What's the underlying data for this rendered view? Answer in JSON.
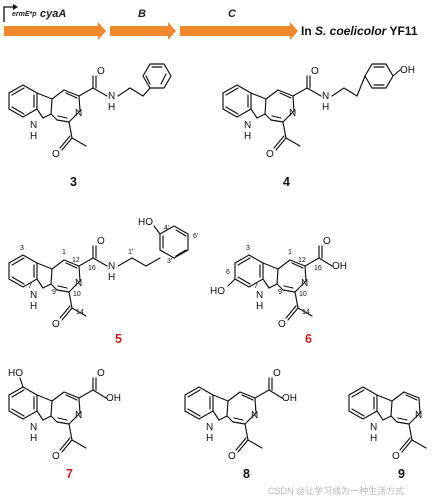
{
  "header": {
    "promoter": "ermE*p",
    "genes": [
      "cyaA",
      "B",
      "C"
    ],
    "host_prefix": "In ",
    "host_organism": "S. coelicolor",
    "host_strain": " YF11",
    "arrow_color": "#f0892e"
  },
  "compounds": [
    {
      "id": "3",
      "label_color": "#111111"
    },
    {
      "id": "4",
      "label_color": "#111111"
    },
    {
      "id": "5",
      "label_color": "#d21c1c"
    },
    {
      "id": "6",
      "label_color": "#d21c1c"
    },
    {
      "id": "7",
      "label_color": "#d21c1c"
    },
    {
      "id": "8",
      "label_color": "#111111"
    },
    {
      "id": "9",
      "label_color": "#111111"
    }
  ],
  "atoms": {
    "oxygen": "O",
    "nitrogen": "N",
    "amide_nh": "H",
    "indole_nh": "H",
    "hydroxyl": "OH",
    "hydroxyl_left": "HO"
  },
  "positions_5": [
    "3",
    "1",
    "12",
    "16",
    "1'",
    "4'",
    "6'",
    "3'",
    "7",
    "9",
    "10",
    "14"
  ],
  "positions_6": [
    "3",
    "1",
    "12",
    "16",
    "6",
    "7",
    "9",
    "10",
    "14"
  ],
  "watermark": "CSDN @让学习成为一种生活方式"
}
